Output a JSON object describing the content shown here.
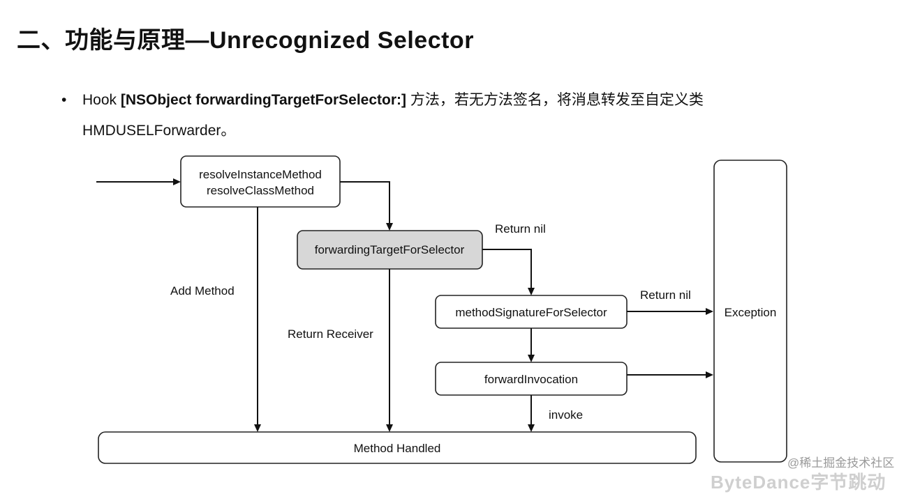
{
  "title": "二、功能与原理—Unrecognized Selector",
  "bullet": {
    "dot": "•",
    "prefix": "Hook ",
    "bold": "[NSObject forwardingTargetForSelector:]",
    "suffix": " 方法，若无方法签名，将消息转发至自定义类 HMDUSELForwarder。"
  },
  "diagram": {
    "nodes": {
      "resolve_line1": "resolveInstanceMethod",
      "resolve_line2": "resolveClassMethod",
      "forwarding_target": "forwardingTargetForSelector",
      "method_signature": "methodSignatureForSelector",
      "forward_invocation": "forwardInvocation",
      "method_handled": "Method Handled",
      "exception": "Exception"
    },
    "edge_labels": {
      "add_method": "Add Method",
      "return_receiver": "Return Receiver",
      "return_nil_1": "Return nil",
      "return_nil_2": "Return nil",
      "invoke": "invoke"
    },
    "colors": {
      "highlight_box": "#d7d7d7",
      "line": "#111111"
    }
  },
  "watermark": "@稀土掘金技术社区",
  "footer_logo": "ByteDance字节跳动"
}
